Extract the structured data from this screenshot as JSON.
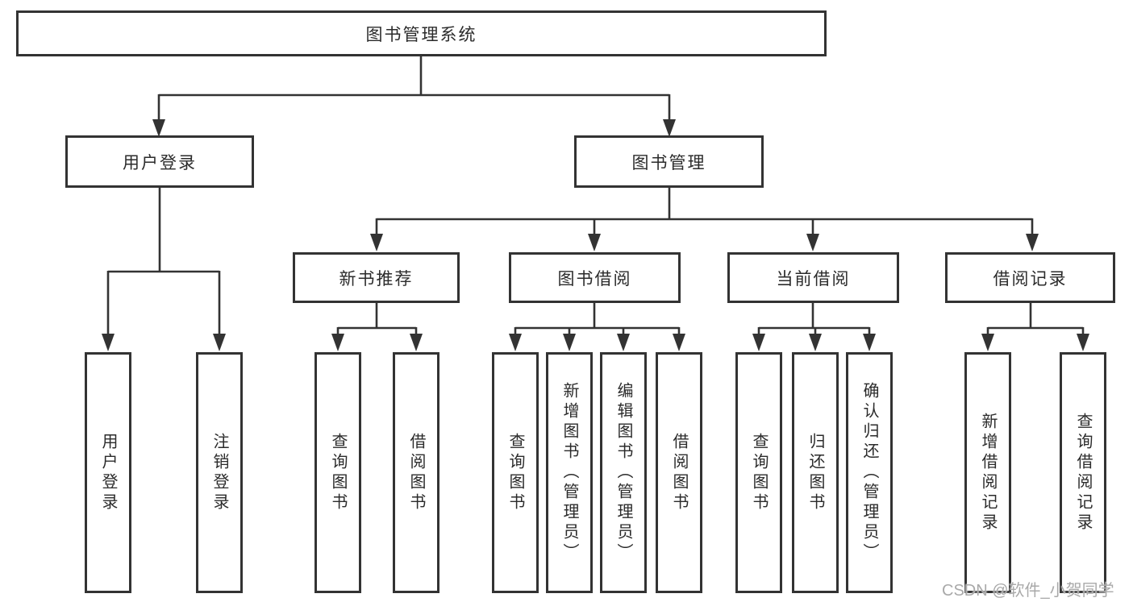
{
  "diagram": {
    "root": "图书管理系统",
    "children": [
      {
        "label": "用户登录",
        "children": [
          {
            "label": "用户登录"
          },
          {
            "label": "注销登录"
          }
        ]
      },
      {
        "label": "图书管理",
        "children": [
          {
            "label": "新书推荐",
            "children": [
              {
                "label": "查询图书"
              },
              {
                "label": "借阅图书"
              }
            ]
          },
          {
            "label": "图书借阅",
            "children": [
              {
                "label": "查询图书"
              },
              {
                "label": "新增图书（管理员）"
              },
              {
                "label": "编辑图书（管理员）"
              },
              {
                "label": "借阅图书"
              }
            ]
          },
          {
            "label": "当前借阅",
            "children": [
              {
                "label": "查询图书"
              },
              {
                "label": "归还图书"
              },
              {
                "label": "确认归还（管理员）"
              }
            ]
          },
          {
            "label": "借阅记录",
            "children": [
              {
                "label": "新增借阅记录"
              },
              {
                "label": "查询借阅记录"
              }
            ]
          }
        ]
      }
    ]
  },
  "watermark": {
    "text": "CSDN @软件_小贺同学"
  },
  "colors": {
    "line": "#333333",
    "box_border": "#333333",
    "text": "#2b2b2b",
    "watermark": "#a9a9a9",
    "background": "#ffffff"
  }
}
